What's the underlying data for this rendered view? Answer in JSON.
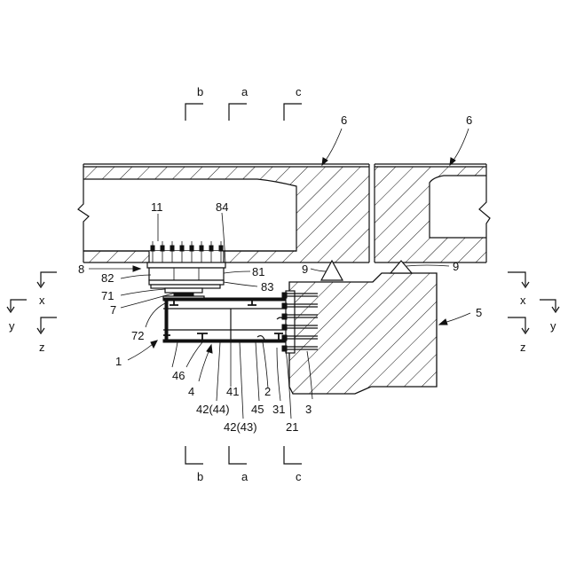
{
  "labels": {
    "l1": "1",
    "l2": "2",
    "l21": "21",
    "l3": "3",
    "l31": "31",
    "l4": "4",
    "l41": "41",
    "l42_44": "42(44)",
    "l42_43": "42(43)",
    "l45": "45",
    "l46": "46",
    "l5": "5",
    "l6": "6",
    "l7": "7",
    "l71": "71",
    "l72": "72",
    "l8": "8",
    "l81": "81",
    "l82": "82",
    "l83": "83",
    "l84": "84",
    "l9": "9",
    "l11": "11"
  },
  "section_marks": {
    "a": "a",
    "b": "b",
    "c": "c"
  },
  "axes": {
    "x": "x",
    "y": "y",
    "z": "z"
  }
}
